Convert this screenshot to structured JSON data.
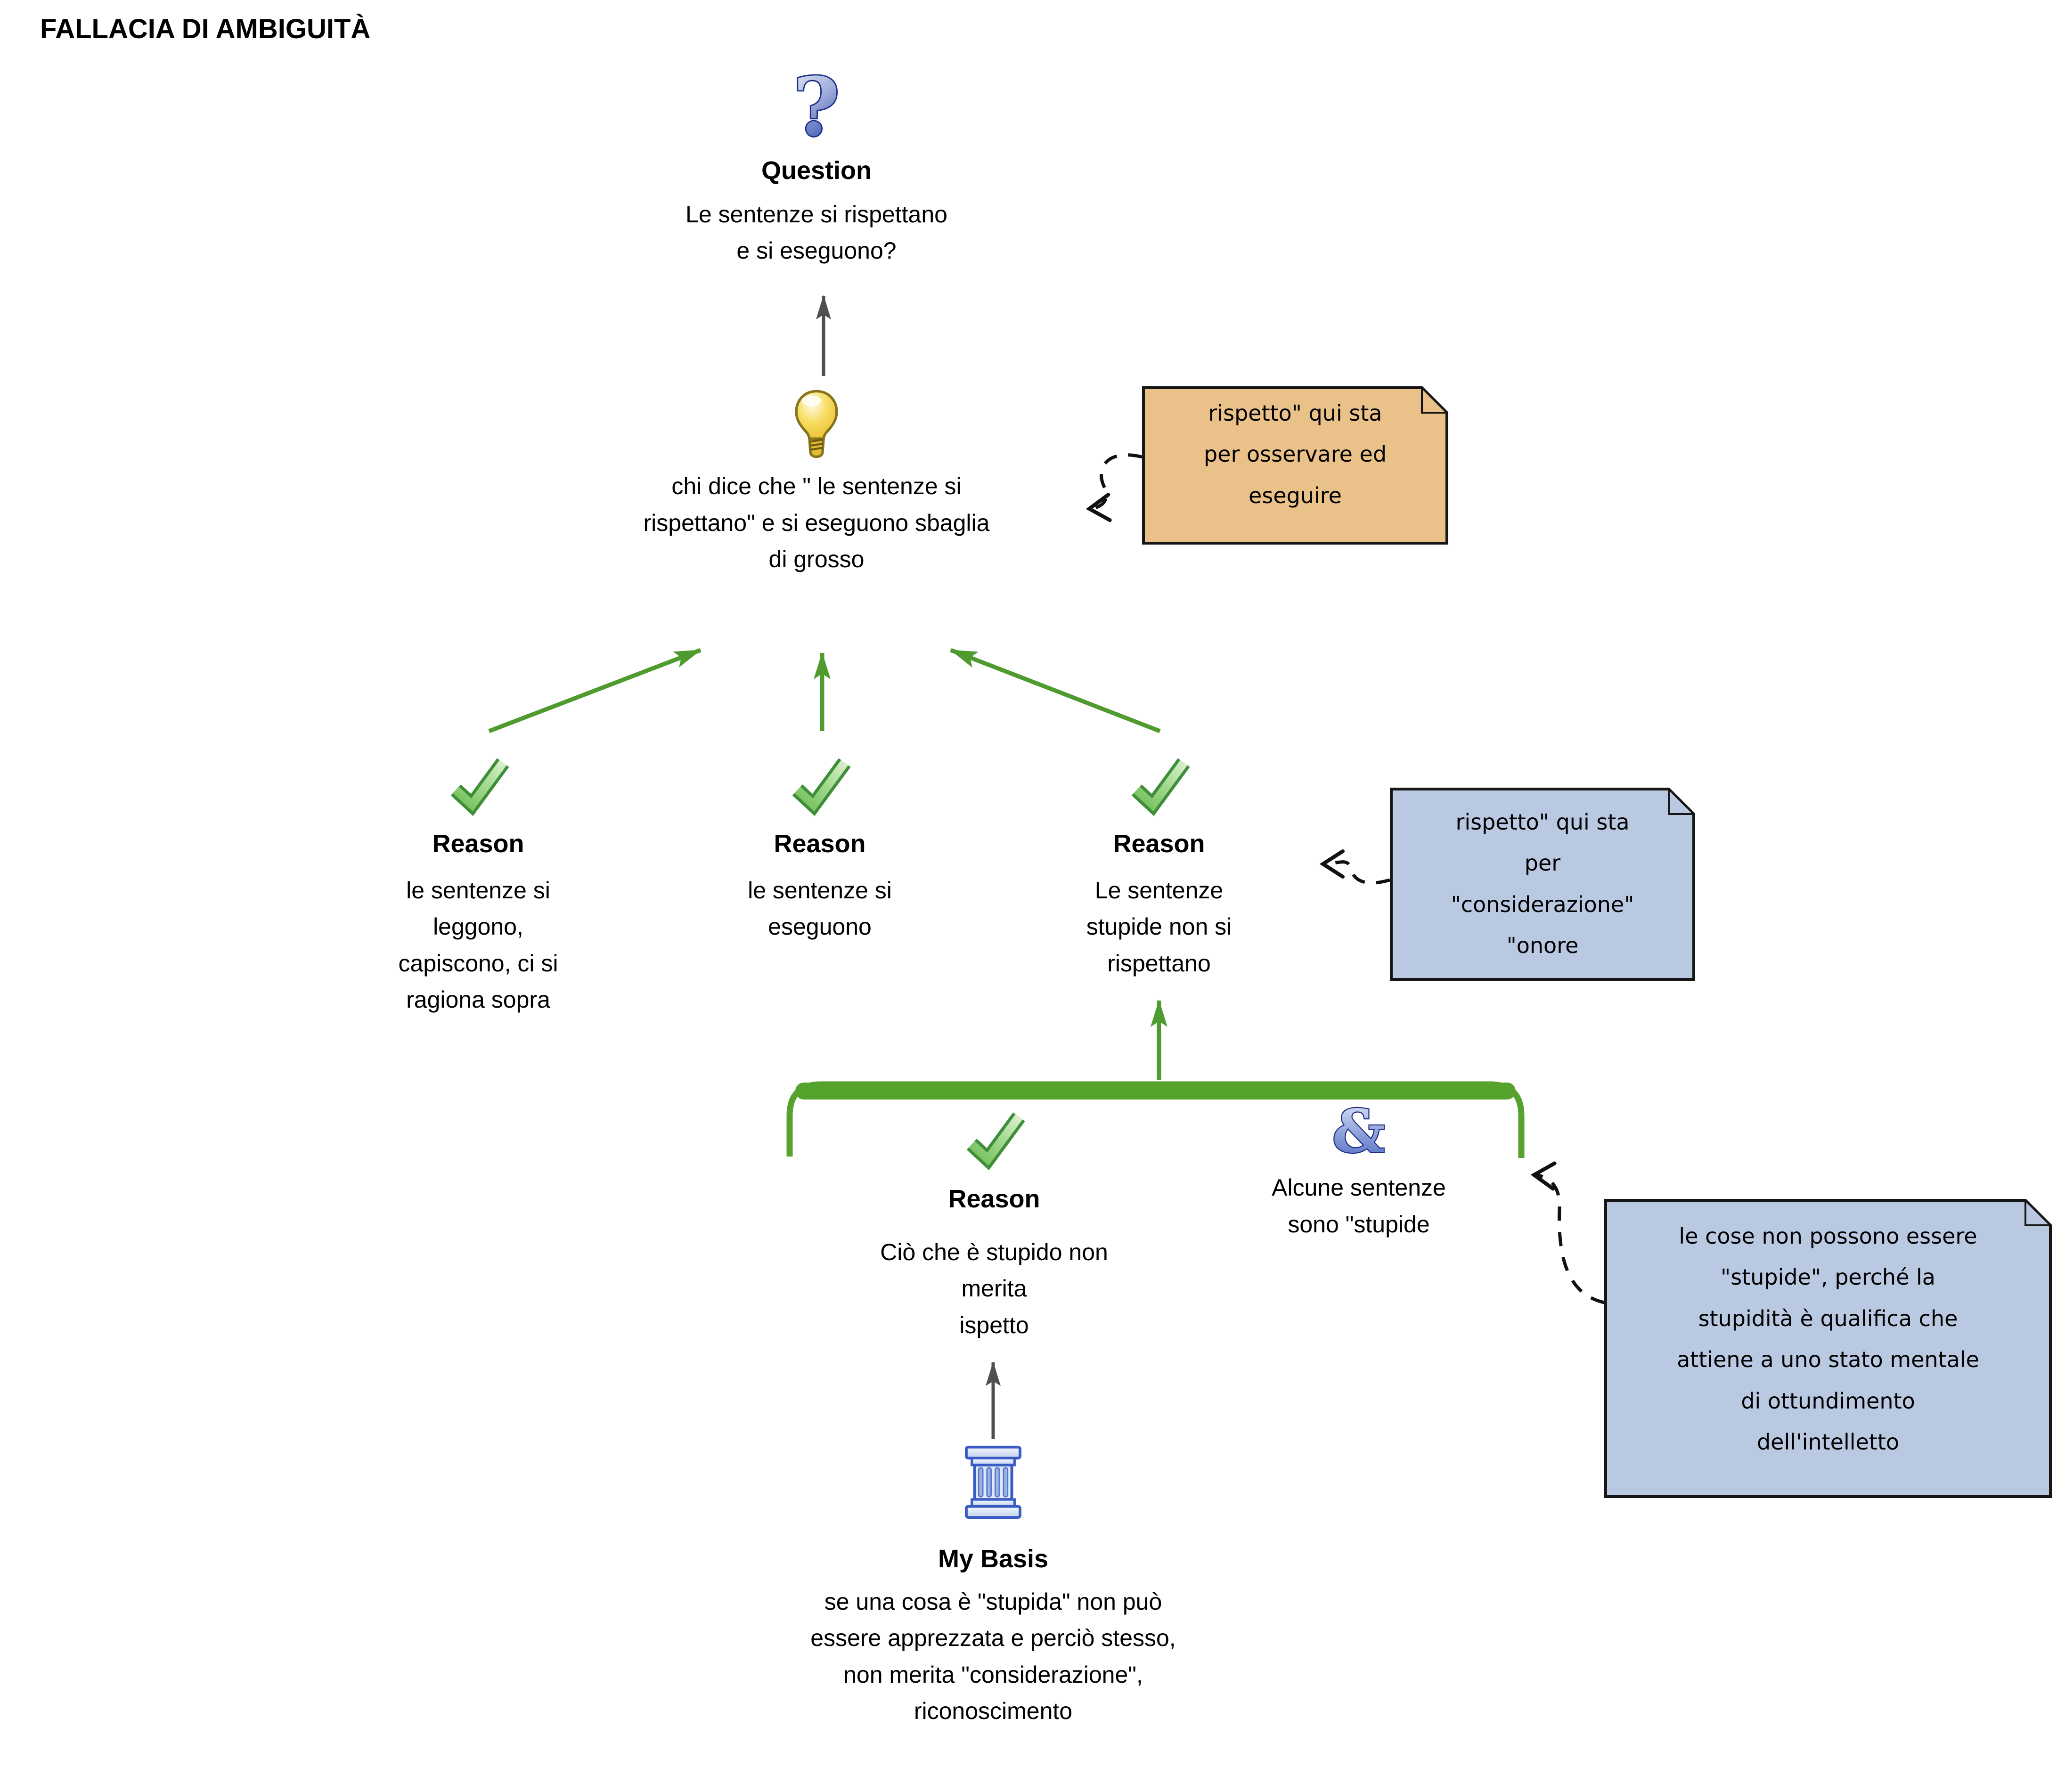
{
  "title": "FALLACIA DI AMBIGUITÀ",
  "question": {
    "label": "Question",
    "lines": [
      "Le sentenze si rispettano",
      "e si eseguono?"
    ]
  },
  "contention": {
    "lines": [
      "chi dice che \" le sentenze si",
      "rispettano\" e si eseguono sbaglia",
      "di grosso"
    ]
  },
  "reasons": {
    "r1": {
      "label": "Reason",
      "lines": [
        "le sentenze si",
        "leggono,",
        "capiscono, ci si",
        "ragiona sopra"
      ]
    },
    "r2": {
      "label": "Reason",
      "lines": [
        "le sentenze si",
        "eseguono"
      ]
    },
    "r3": {
      "label": "Reason",
      "lines": [
        "Le sentenze",
        "stupide non si",
        "rispettano"
      ]
    },
    "r4": {
      "label": "Reason",
      "lines": [
        "Ciò che è stupido non",
        "merita",
        "ispetto"
      ]
    }
  },
  "and_claim": {
    "lines": [
      "Alcune sentenze",
      "sono \"stupide"
    ]
  },
  "basis": {
    "label": "My Basis",
    "lines": [
      "se una cosa è \"stupida\" non può",
      "essere apprezzata e perciò stesso,",
      "non merita \"considerazione\",",
      "riconoscimento"
    ]
  },
  "notes": {
    "orange": {
      "lines": [
        "rispetto\" qui sta",
        "per osservare ed",
        "eseguire"
      ]
    },
    "blue_top": {
      "lines": [
        "rispetto\" qui sta",
        "per",
        "\"considerazione\"",
        "\"onore"
      ]
    },
    "blue_bottom": {
      "lines": [
        "le cose non possono essere",
        "\"stupide\", perché la",
        "stupidità è qualifica che",
        "attiene a uno stato mentale",
        "di ottundimento",
        "dell'intelletto"
      ]
    }
  },
  "icons": {
    "question_icon": "question-mark-icon",
    "idea_icon": "lightbulb-icon",
    "reason_icon": "check-icon",
    "and_icon": "ampersand-icon",
    "basis_icon": "pillar-icon",
    "question_glyph": "?",
    "ampersand_glyph": "&"
  },
  "colors": {
    "arrow_green": "#4f9b2f",
    "bracket_green": "#55a22d",
    "arrow_gray": "#4f4f4f",
    "connector_black": "#111111",
    "note_orange_fill": "#e9c189",
    "note_blue_fill": "#bac9e2",
    "note_border": "#161616",
    "check_border_green": "#3f8f38",
    "icon_blue": "#3c55b8",
    "bulb_yellow": "#f2cf45"
  }
}
